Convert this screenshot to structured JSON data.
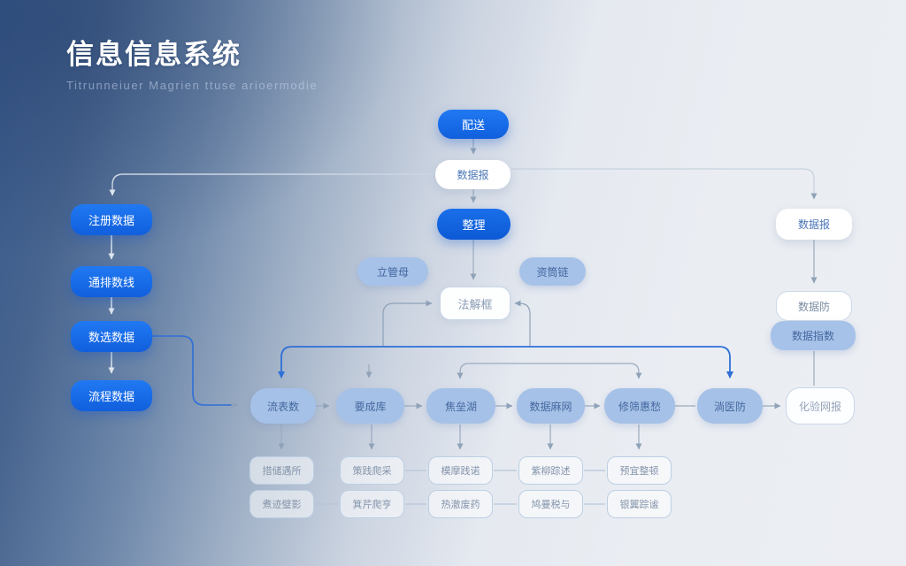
{
  "header": {
    "title": "信息信息系统",
    "subtitle": "Titrunneiuer Magrien ttuse arioermodie"
  },
  "colors": {
    "primary_blue": "#1668e8",
    "light_pill": "#a6c1e7",
    "wire_gray": "#8fa2b8",
    "wire_blue": "#2f6fd6",
    "bg_dark": "#3a5a8c",
    "bg_light": "#eceef3"
  },
  "flow": {
    "top": [
      "配送",
      "数据报",
      "整理"
    ],
    "hub": "法解框",
    "side_pills": [
      "立管母",
      "资筒链"
    ],
    "left_column": [
      "注册数据",
      "通排数线",
      "数选数据",
      "流程数据"
    ],
    "right_column": [
      "数据报",
      "数据防",
      "数据指数"
    ],
    "process_row": [
      "流表数",
      "要成库",
      "焦垒湖",
      "数据麻网",
      "修筛惠愁",
      "淌医防"
    ],
    "terminal": "化验网报",
    "detail_row1": [
      "措储遇所",
      "策践爬采",
      "模摩践诺",
      "紫柳踪述",
      "预宜整顿"
    ],
    "detail_row2": [
      "煮迹璧影",
      "箕芹爬亨",
      "热澈废药",
      "鸠曼税与",
      "银翼踪谧"
    ]
  }
}
